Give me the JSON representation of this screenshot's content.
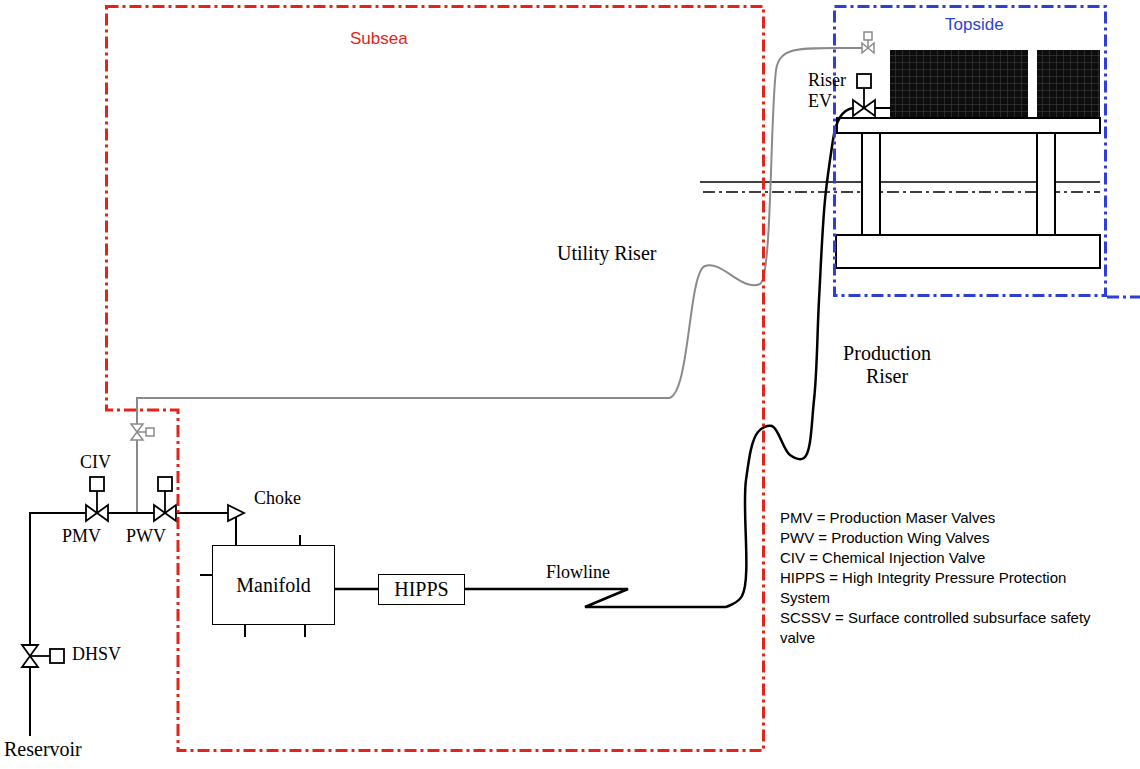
{
  "diagram": {
    "nodes": [
      {
        "text": [
          "Subsea"
        ]
      },
      {
        "text": [
          "Topside"
        ]
      },
      {
        "text": [
          "Manifold"
        ],
        "in": 0
      },
      {
        "text": [
          "HIPPS"
        ],
        "in": 0
      }
    ],
    "edges": [
      {
        "from": 2,
        "to": 3,
        "arrow": "none"
      },
      {
        "from": 3,
        "to": 1,
        "arrow": "none"
      }
    ],
    "labels": [
      "Riser EV",
      "Utility Riser",
      "Production Riser",
      "CIV",
      "PMV",
      "PWV",
      "Choke",
      "Flowline",
      "DHSV",
      "Reservoir",
      "PMV = Production Maser Valves",
      "PWV = Production Wing Valves",
      "CIV = Chemical Injection Valve",
      "HIPPS = High Integrity Pressure Protection System",
      "SCSSV = Surface controlled subsurface safety valve"
    ]
  }
}
